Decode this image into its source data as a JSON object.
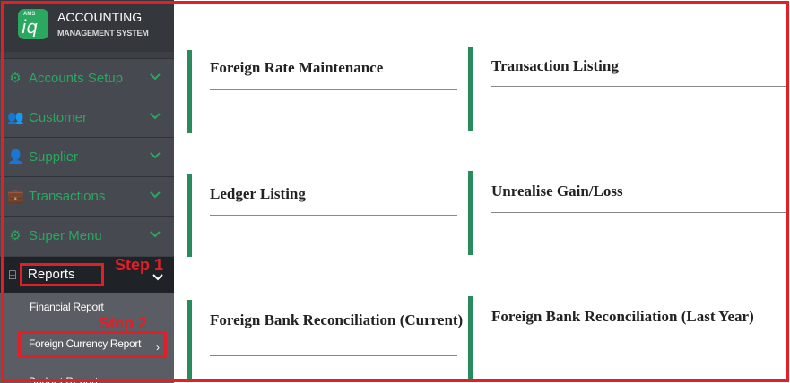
{
  "brand": {
    "logo_small": "AMS",
    "logo_main": "iq",
    "title": "ACCOUNTING",
    "subtitle": "MANAGEMENT SYSTEM"
  },
  "sidebar": {
    "items": [
      {
        "label": "Accounts Setup",
        "icon": "gear-pair-icon"
      },
      {
        "label": "Customer",
        "icon": "users-icon"
      },
      {
        "label": "Supplier",
        "icon": "user-icon"
      },
      {
        "label": "Transactions",
        "icon": "briefcase-icon"
      },
      {
        "label": "Super Menu",
        "icon": "gear-icon"
      }
    ],
    "reports": {
      "label": "Reports",
      "icon": "presentation-icon"
    },
    "submenu": [
      {
        "label": "Financial Report"
      },
      {
        "label": "Foreign Currency Report"
      },
      {
        "label": "Budget Report"
      }
    ]
  },
  "annotations": {
    "step1": "Step 1",
    "step2": "Step 2"
  },
  "cards": [
    {
      "title": "Foreign Rate Maintenance"
    },
    {
      "title": "Transaction Listing"
    },
    {
      "title": "Ledger Listing"
    },
    {
      "title": "Unrealise Gain/Loss"
    },
    {
      "title": "Foreign Bank Reconciliation (Current)"
    },
    {
      "title": "Foreign Bank Reconciliation (Last Year)"
    }
  ],
  "colors": {
    "accent": "#2aa860",
    "sidebar_bg": "#3c3f44",
    "highlight": "#e41e26",
    "card_bar": "#2a8b5c"
  }
}
